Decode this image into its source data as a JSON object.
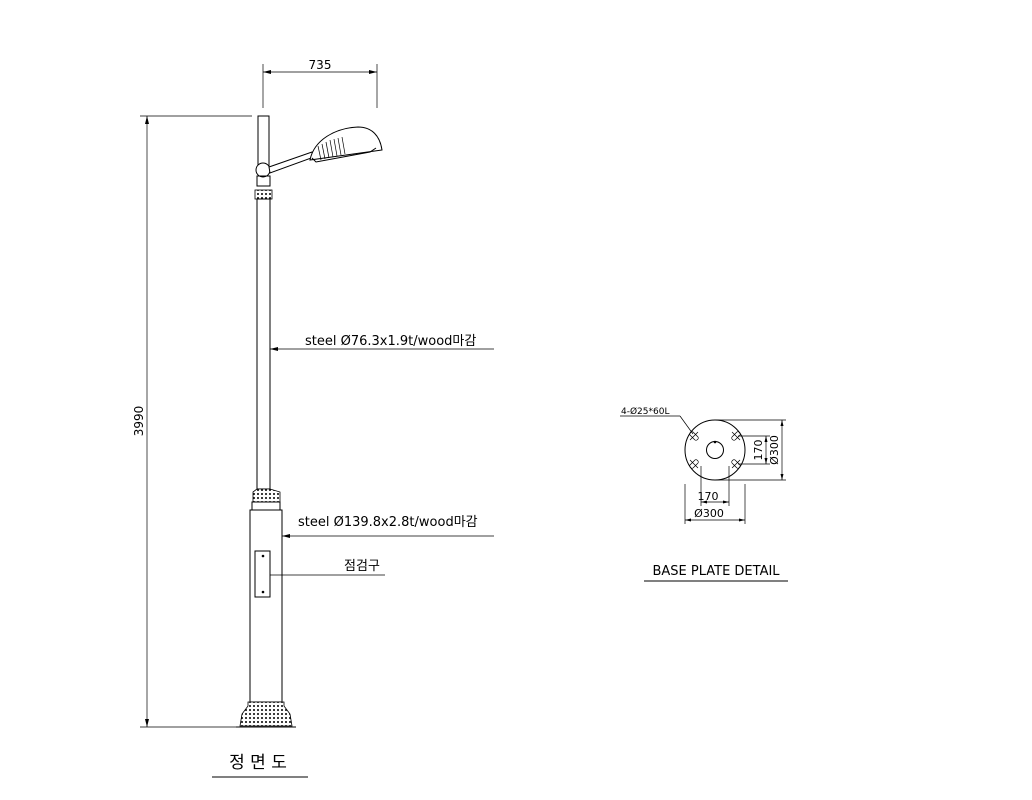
{
  "dimensions": {
    "arm_width": "735",
    "total_height": "3990"
  },
  "callouts": {
    "upper_pole": "steel Ø76.3x1.9t/wood마감",
    "lower_pole": "steel Ø139.8x2.8t/wood마감",
    "inspection_door": "점검구"
  },
  "front_view_title": "정 면 도",
  "base_plate": {
    "title": "BASE PLATE DETAIL",
    "bolt_note": "4-Ø25*60L",
    "dim_vertical_bolt": "170",
    "dim_vertical_plate": "Ø300",
    "dim_horizontal_bolt": "170",
    "dim_horizontal_plate": "Ø300"
  }
}
